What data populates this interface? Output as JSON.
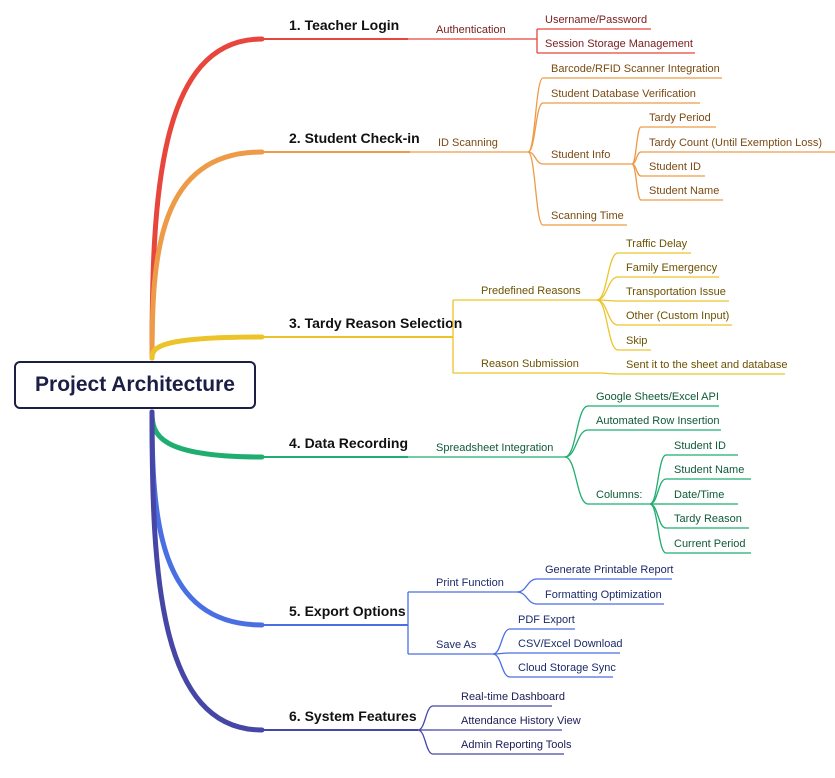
{
  "root": "Project Architecture",
  "branches": [
    {
      "label": "1. Teacher Login",
      "color": "#e8453c",
      "text_color": "#7a2020",
      "children": [
        {
          "label": "Authentication",
          "children": [
            {
              "label": "Username/Password"
            },
            {
              "label": "Session Storage Management"
            }
          ]
        }
      ]
    },
    {
      "label": "2. Student Check-in",
      "color": "#ee9b48",
      "text_color": "#7a4a12",
      "children": [
        {
          "label": "ID Scanning",
          "children": [
            {
              "label": "Barcode/RFID Scanner Integration"
            },
            {
              "label": "Student Database Verification"
            },
            {
              "label": "Student Info",
              "children": [
                {
                  "label": "Tardy Period"
                },
                {
                  "label": "Tardy Count (Until Exemption Loss)"
                },
                {
                  "label": "Student ID"
                },
                {
                  "label": "Student Name"
                }
              ]
            },
            {
              "label": "Scanning Time"
            }
          ]
        }
      ]
    },
    {
      "label": "3. Tardy Reason Selection",
      "color": "#ecc42a",
      "text_color": "#6b5200",
      "children": [
        {
          "label": "Predefined Reasons",
          "children": [
            {
              "label": "Traffic Delay"
            },
            {
              "label": "Family Emergency"
            },
            {
              "label": "Transportation Issue"
            },
            {
              "label": "Other (Custom Input)"
            },
            {
              "label": "Skip"
            }
          ]
        },
        {
          "label": "Reason Submission",
          "children": [
            {
              "label": "Sent it to the sheet and database"
            }
          ]
        }
      ]
    },
    {
      "label": "4. Data Recording",
      "color": "#1fae6f",
      "text_color": "#0e5a38",
      "children": [
        {
          "label": "Spreadsheet Integration",
          "children": [
            {
              "label": "Google Sheets/Excel API"
            },
            {
              "label": "Automated Row Insertion"
            },
            {
              "label": "Columns:",
              "children": [
                {
                  "label": "Student ID"
                },
                {
                  "label": "Student Name"
                },
                {
                  "label": "Date/Time"
                },
                {
                  "label": "Tardy Reason"
                },
                {
                  "label": "Current Period"
                }
              ]
            }
          ]
        }
      ]
    },
    {
      "label": "5. Export Options",
      "color": "#4a6fe3",
      "text_color": "#1c2a6b",
      "children": [
        {
          "label": "Print Function",
          "children": [
            {
              "label": "Generate Printable Report"
            },
            {
              "label": "Formatting Optimization"
            }
          ]
        },
        {
          "label": "Save As",
          "children": [
            {
              "label": "PDF Export"
            },
            {
              "label": "CSV/Excel Download"
            },
            {
              "label": "Cloud Storage Sync"
            }
          ]
        }
      ]
    },
    {
      "label": "6. System Features",
      "color": "#4646a6",
      "text_color": "#1b1c55",
      "children": [
        {
          "label": "Real-time Dashboard"
        },
        {
          "label": "Attendance History View"
        },
        {
          "label": "Admin Reporting Tools"
        }
      ]
    }
  ]
}
